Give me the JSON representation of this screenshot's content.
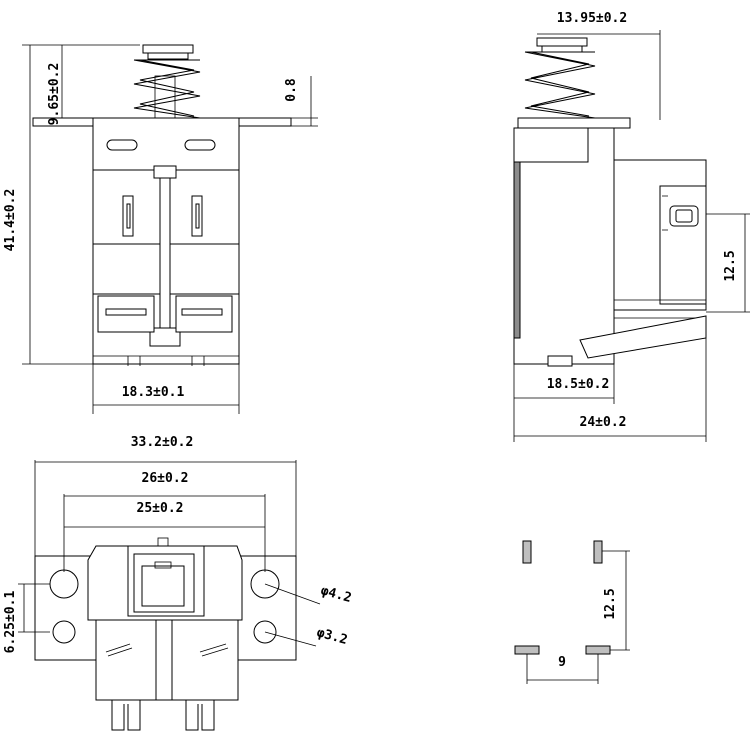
{
  "front_view": {
    "dim_height": "41.4±0.2",
    "dim_plunger": "9.65±0.2",
    "dim_flange": "0.8",
    "dim_width": "18.3±0.1"
  },
  "side_view": {
    "dim_top": "13.95±0.2",
    "dim_terminal": "12.5",
    "dim_body": "18.5±0.2",
    "dim_total": "24±0.2"
  },
  "bottom_view": {
    "dim_overall": "33.2±0.2",
    "dim_mount1": "26±0.2",
    "dim_mount2": "25±0.2",
    "dim_hole_pitch": "6.25±0.1",
    "dim_hole_large": "φ4.2",
    "dim_hole_small": "φ3.2"
  },
  "pcb_layout": {
    "dim_vertical": "12.5",
    "dim_horizontal": "9"
  }
}
